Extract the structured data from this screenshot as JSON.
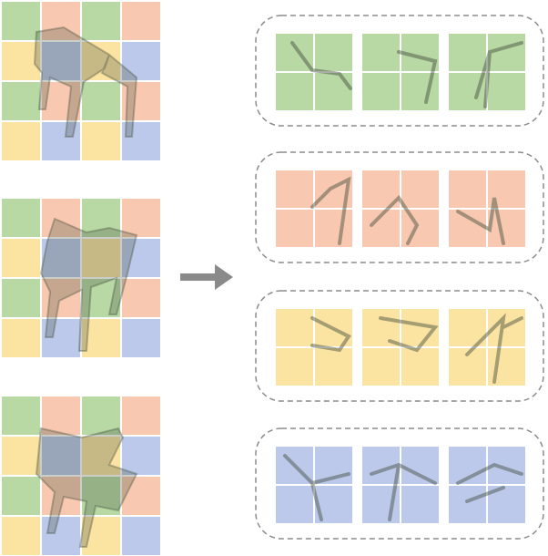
{
  "palette": {
    "green": "#b8d8a4",
    "peach": "#f8c9b0",
    "yellow": "#fbe3a2",
    "blue": "#bcc9ea",
    "divider": "#ffffff",
    "chair": "#3f4a3a",
    "group_border": "#8c8c8c",
    "arrow": "#8a8a8a"
  },
  "source_grids": [
    {
      "id": "image-a",
      "cells": [
        [
          "green",
          "peach",
          "green",
          "peach"
        ],
        [
          "yellow",
          "blue",
          "yellow",
          "blue"
        ],
        [
          "green",
          "peach",
          "green",
          "peach"
        ],
        [
          "yellow",
          "blue",
          "yellow",
          "blue"
        ]
      ]
    },
    {
      "id": "image-b",
      "cells": [
        [
          "green",
          "peach",
          "green",
          "peach"
        ],
        [
          "yellow",
          "blue",
          "yellow",
          "blue"
        ],
        [
          "green",
          "peach",
          "green",
          "peach"
        ],
        [
          "yellow",
          "blue",
          "yellow",
          "blue"
        ]
      ]
    },
    {
      "id": "image-c",
      "cells": [
        [
          "green",
          "peach",
          "green",
          "peach"
        ],
        [
          "yellow",
          "blue",
          "yellow",
          "blue"
        ],
        [
          "green",
          "peach",
          "green",
          "peach"
        ],
        [
          "yellow",
          "blue",
          "yellow",
          "blue"
        ]
      ]
    }
  ],
  "arrow_icon": "right-arrow-icon",
  "groups": [
    {
      "id": "green-group",
      "color": "green",
      "patch_count": 3
    },
    {
      "id": "peach-group",
      "color": "peach",
      "patch_count": 3
    },
    {
      "id": "yellow-group",
      "color": "yellow",
      "patch_count": 3
    },
    {
      "id": "blue-group",
      "color": "blue",
      "patch_count": 3
    }
  ]
}
